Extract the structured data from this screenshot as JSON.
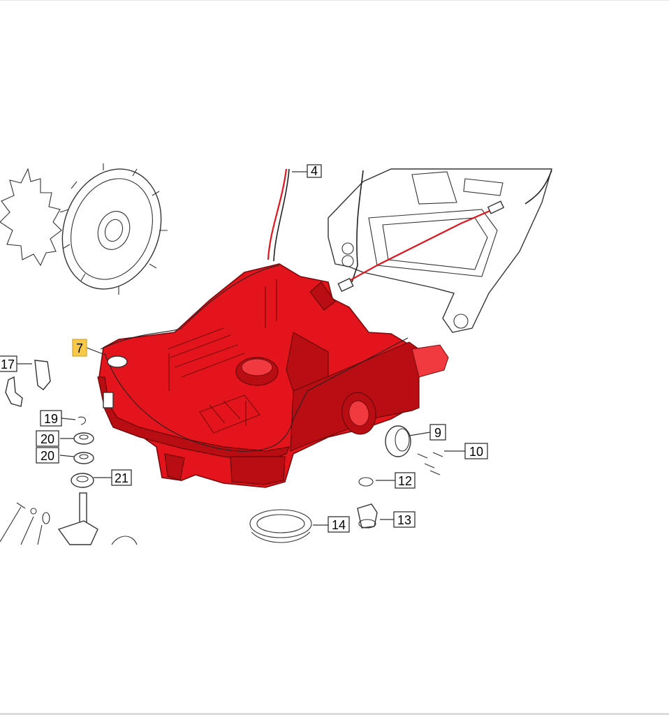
{
  "diagram": {
    "highlighted_part": "7",
    "highlight_color": "#f7c948",
    "part_color": "#e3141b",
    "callouts": [
      {
        "id": "c4",
        "label": "4"
      },
      {
        "id": "c7",
        "label": "7"
      },
      {
        "id": "c9",
        "label": "9"
      },
      {
        "id": "c10",
        "label": "10"
      },
      {
        "id": "c12",
        "label": "12"
      },
      {
        "id": "c13",
        "label": "13"
      },
      {
        "id": "c14",
        "label": "14"
      },
      {
        "id": "c17",
        "label": "17"
      },
      {
        "id": "c19",
        "label": "19"
      },
      {
        "id": "c20a",
        "label": "20"
      },
      {
        "id": "c20b",
        "label": "20"
      },
      {
        "id": "c21",
        "label": "21"
      }
    ]
  }
}
